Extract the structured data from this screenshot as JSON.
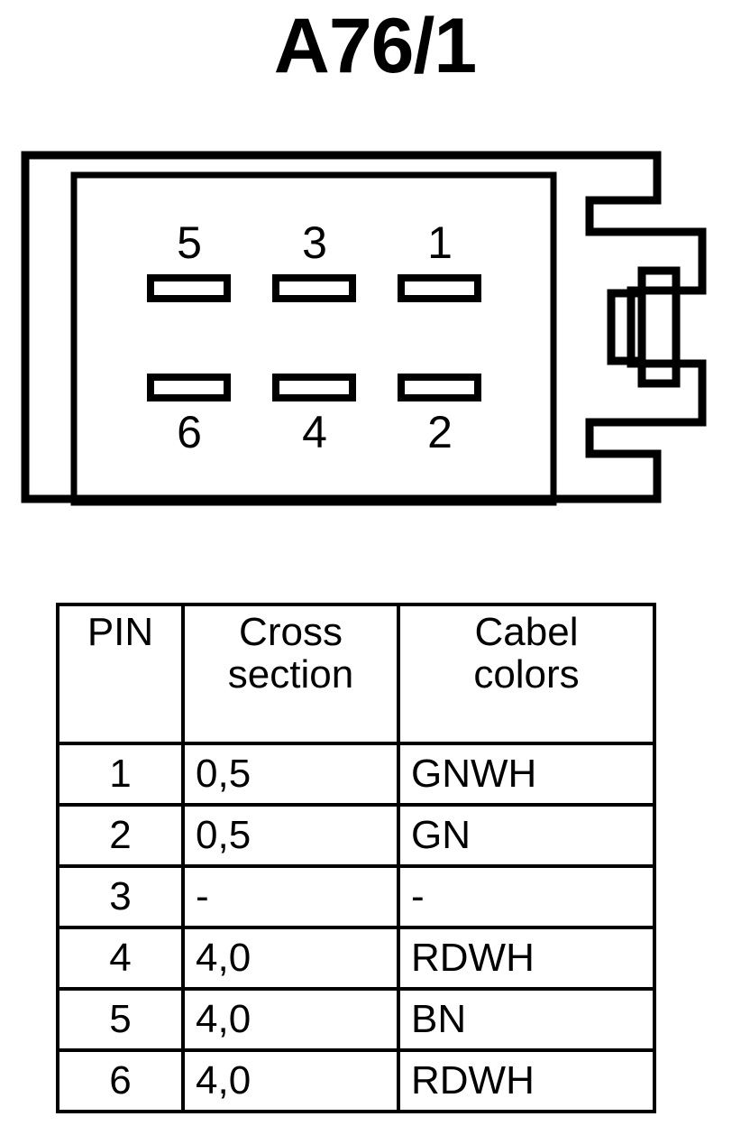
{
  "title": "A76/1",
  "connector": {
    "name": "6-way automotive connector front view",
    "pins": [
      {
        "label": "5",
        "row": "top",
        "col": 0
      },
      {
        "label": "3",
        "row": "top",
        "col": 1
      },
      {
        "label": "1",
        "row": "top",
        "col": 2
      },
      {
        "label": "6",
        "row": "bottom",
        "col": 0
      },
      {
        "label": "4",
        "row": "bottom",
        "col": 1
      },
      {
        "label": "2",
        "row": "bottom",
        "col": 2
      }
    ],
    "line_color": "#000000",
    "fill_color": "#ffffff"
  },
  "table": {
    "headers": {
      "pin": "PIN",
      "cross_section_line1": "Cross",
      "cross_section_line2": "section",
      "cable_colors_line1": "Cabel",
      "cable_colors_line2": "colors"
    },
    "rows": [
      {
        "pin": "1",
        "cross_section": "0,5",
        "cable_colors": "GNWH"
      },
      {
        "pin": "2",
        "cross_section": "0,5",
        "cable_colors": "GN"
      },
      {
        "pin": "3",
        "cross_section": "-",
        "cable_colors": "-"
      },
      {
        "pin": "4",
        "cross_section": "4,0",
        "cable_colors": "RDWH"
      },
      {
        "pin": "5",
        "cross_section": "4,0",
        "cable_colors": "BN"
      },
      {
        "pin": "6",
        "cross_section": "4,0",
        "cable_colors": "RDWH"
      }
    ]
  }
}
